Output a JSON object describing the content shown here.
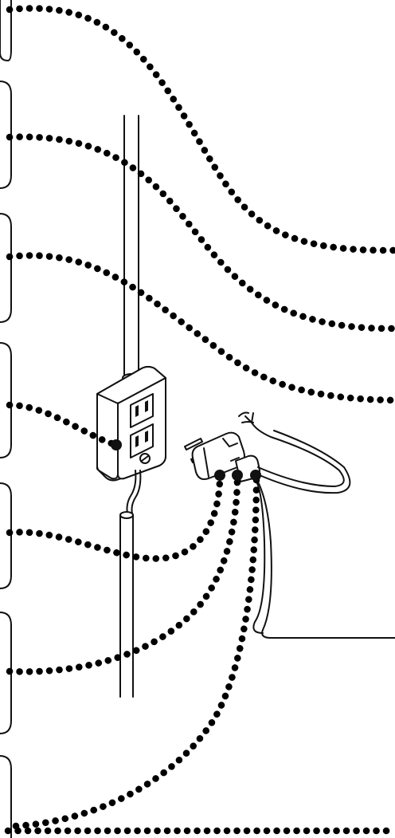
{
  "diagram": {
    "label_brackets": 7,
    "callout_lines": 7,
    "components": [
      "conduit-pipe",
      "outlet-box",
      "duplex-receptacle",
      "ground-screw",
      "plug",
      "flexible-cord",
      "stripped-wire-end"
    ],
    "colors": {
      "line": "#111111",
      "dot": "#000000",
      "background": "#ffffff"
    }
  }
}
